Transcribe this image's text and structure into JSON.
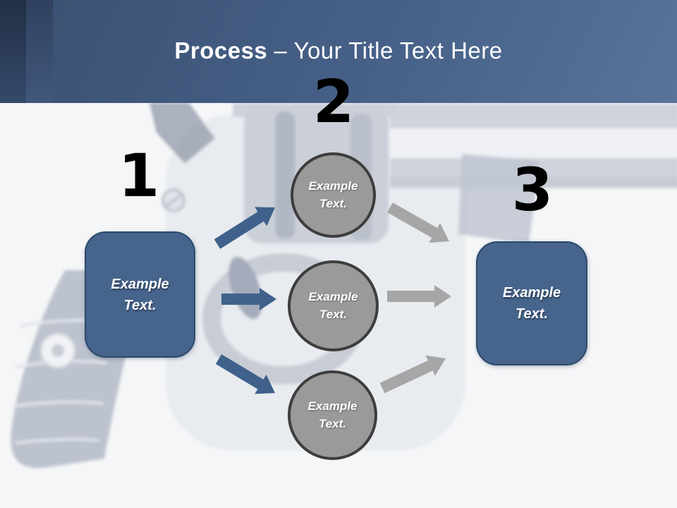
{
  "header": {
    "title_emphasis": "Process",
    "title_rest": "– Your Title Text Here"
  },
  "diagram": {
    "step_numbers": [
      "1",
      "2",
      "3"
    ],
    "left_box": {
      "label": "Example Text."
    },
    "circles": [
      {
        "label": "Example Text."
      },
      {
        "label": "Example Text."
      },
      {
        "label": "Example Text."
      }
    ],
    "right_box": {
      "label": "Example Text."
    }
  },
  "background_image": {
    "subject": "faded revolver handgun photograph"
  },
  "colors": {
    "header_gradient_start": "#3a5070",
    "header_gradient_end": "#587499",
    "stripe_dark": "#2b3a55",
    "stripe_medium": "#38496b",
    "title_text": "#ffffff",
    "body_background": "#f5f6f8",
    "box_fill": "#46648c",
    "box_border": "#2b4a6b",
    "circle_fill": "#9a9a9a",
    "circle_border": "#3d3d3d",
    "arrow_blue": "#3f618c",
    "arrow_gray": "#a6a6a6",
    "number_color": "#000000",
    "node_text": "#ffffff"
  }
}
